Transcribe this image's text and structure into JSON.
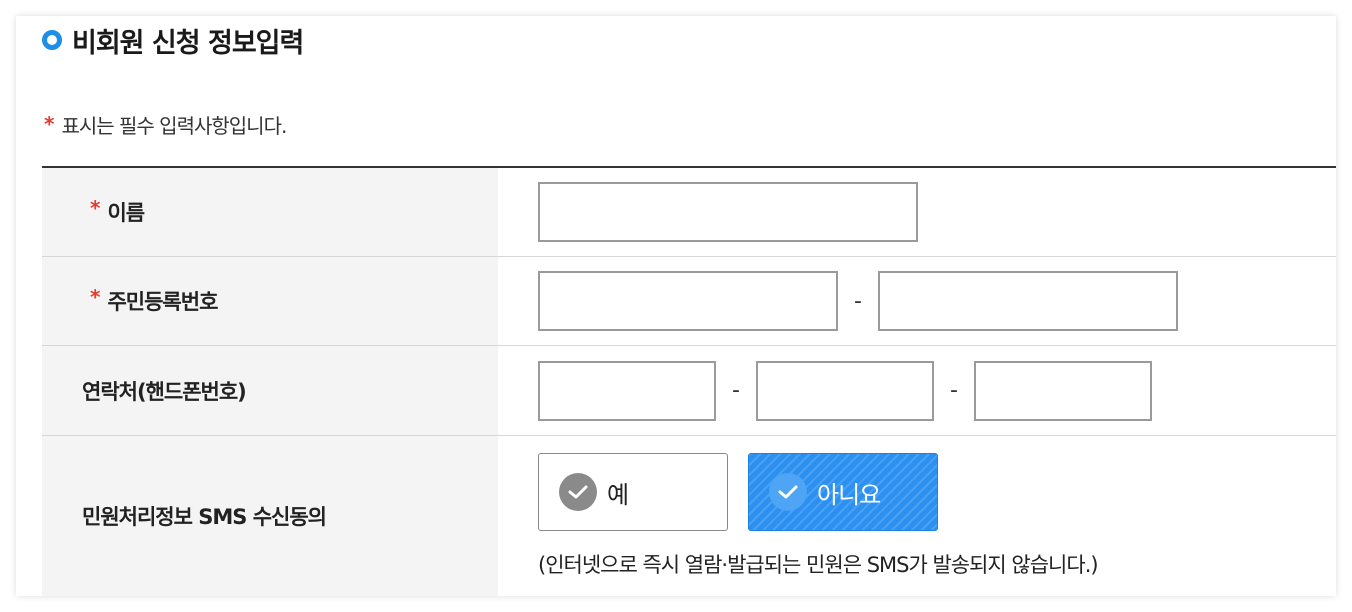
{
  "section": {
    "title": "비회원 신청 정보입력",
    "bullet_icon": "circle-bullet-icon",
    "accent_color": "#1e8fe8"
  },
  "required_note": {
    "mark": "*",
    "text": "표시는 필수 입력사항입니다."
  },
  "form": {
    "name": {
      "mark": "*",
      "label": "이름",
      "value": ""
    },
    "rrn": {
      "mark": "*",
      "label": "주민등록번호",
      "separator": "-",
      "first": "",
      "second": ""
    },
    "phone": {
      "label": "연락처(핸드폰번호)",
      "separator": "-",
      "part1": "",
      "part2": "",
      "part3": ""
    },
    "sms": {
      "label": "민원처리정보 SMS 수신동의",
      "options": [
        {
          "label": "예",
          "selected": false
        },
        {
          "label": "아니요",
          "selected": true
        }
      ],
      "note": "(인터넷으로 즉시 열람·발급되는 민원은 SMS가 발송되지 않습니다.)",
      "selected_color": "#2c90f0"
    }
  },
  "colors": {
    "required_mark": "#e8392e",
    "label_bg": "#f4f4f4",
    "border": "#9a9a9a"
  }
}
